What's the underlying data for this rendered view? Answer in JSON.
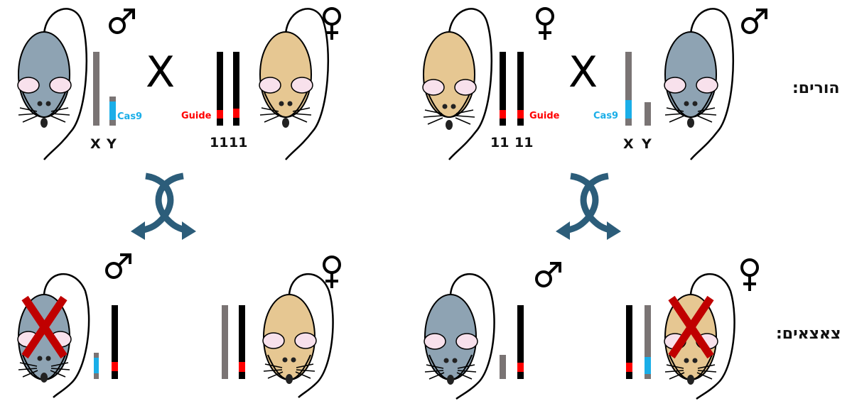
{
  "colors": {
    "male_mouse": "#8ea3b3",
    "female_mouse": "#e6c792",
    "ear": "#f8e1ec",
    "x_chrom_gray": "#7a7474",
    "chrom_black": "#000000",
    "guide_red": "#ff0000",
    "cas9_blue": "#1aaee8",
    "arrow_teal": "#2c5d7a",
    "strike_red": "#c00000"
  },
  "row_labels": {
    "parents": "הורים:",
    "offspring": "צאצאים:"
  },
  "cross_symbol": "X",
  "labels": {
    "cas9": "Cas9",
    "guide": "Guide",
    "x": "X",
    "y": "Y",
    "chr11": "11"
  },
  "panels": [
    {
      "name": "left-cross",
      "parents": [
        {
          "sex": "male",
          "symbol": "♂",
          "chromosomes": [
            "X",
            "Y (Cas9)"
          ]
        },
        {
          "sex": "female",
          "symbol": "♀",
          "chromosomes": [
            "11 (Guide)",
            "11 (Guide)"
          ]
        }
      ],
      "offspring": [
        {
          "sex": "male",
          "symbol": "♂",
          "chromosomes": [
            "Y (Cas9)",
            "11 (Guide)"
          ],
          "crossed_out": true
        },
        {
          "sex": "female",
          "symbol": "♀",
          "chromosomes": [
            "X",
            "11 (Guide)"
          ],
          "crossed_out": false
        }
      ]
    },
    {
      "name": "right-cross",
      "parents": [
        {
          "sex": "female",
          "symbol": "♀",
          "chromosomes": [
            "11 (Guide)",
            "11 (Guide)"
          ]
        },
        {
          "sex": "male",
          "symbol": "♂",
          "chromosomes": [
            "X (Cas9)",
            "Y"
          ]
        }
      ],
      "offspring": [
        {
          "sex": "male",
          "symbol": "♂",
          "chromosomes": [
            "Y",
            "11 (Guide)"
          ],
          "crossed_out": false
        },
        {
          "sex": "female",
          "symbol": "♀",
          "chromosomes": [
            "11 (Guide)",
            "X (Cas9)"
          ],
          "crossed_out": true
        }
      ]
    }
  ]
}
